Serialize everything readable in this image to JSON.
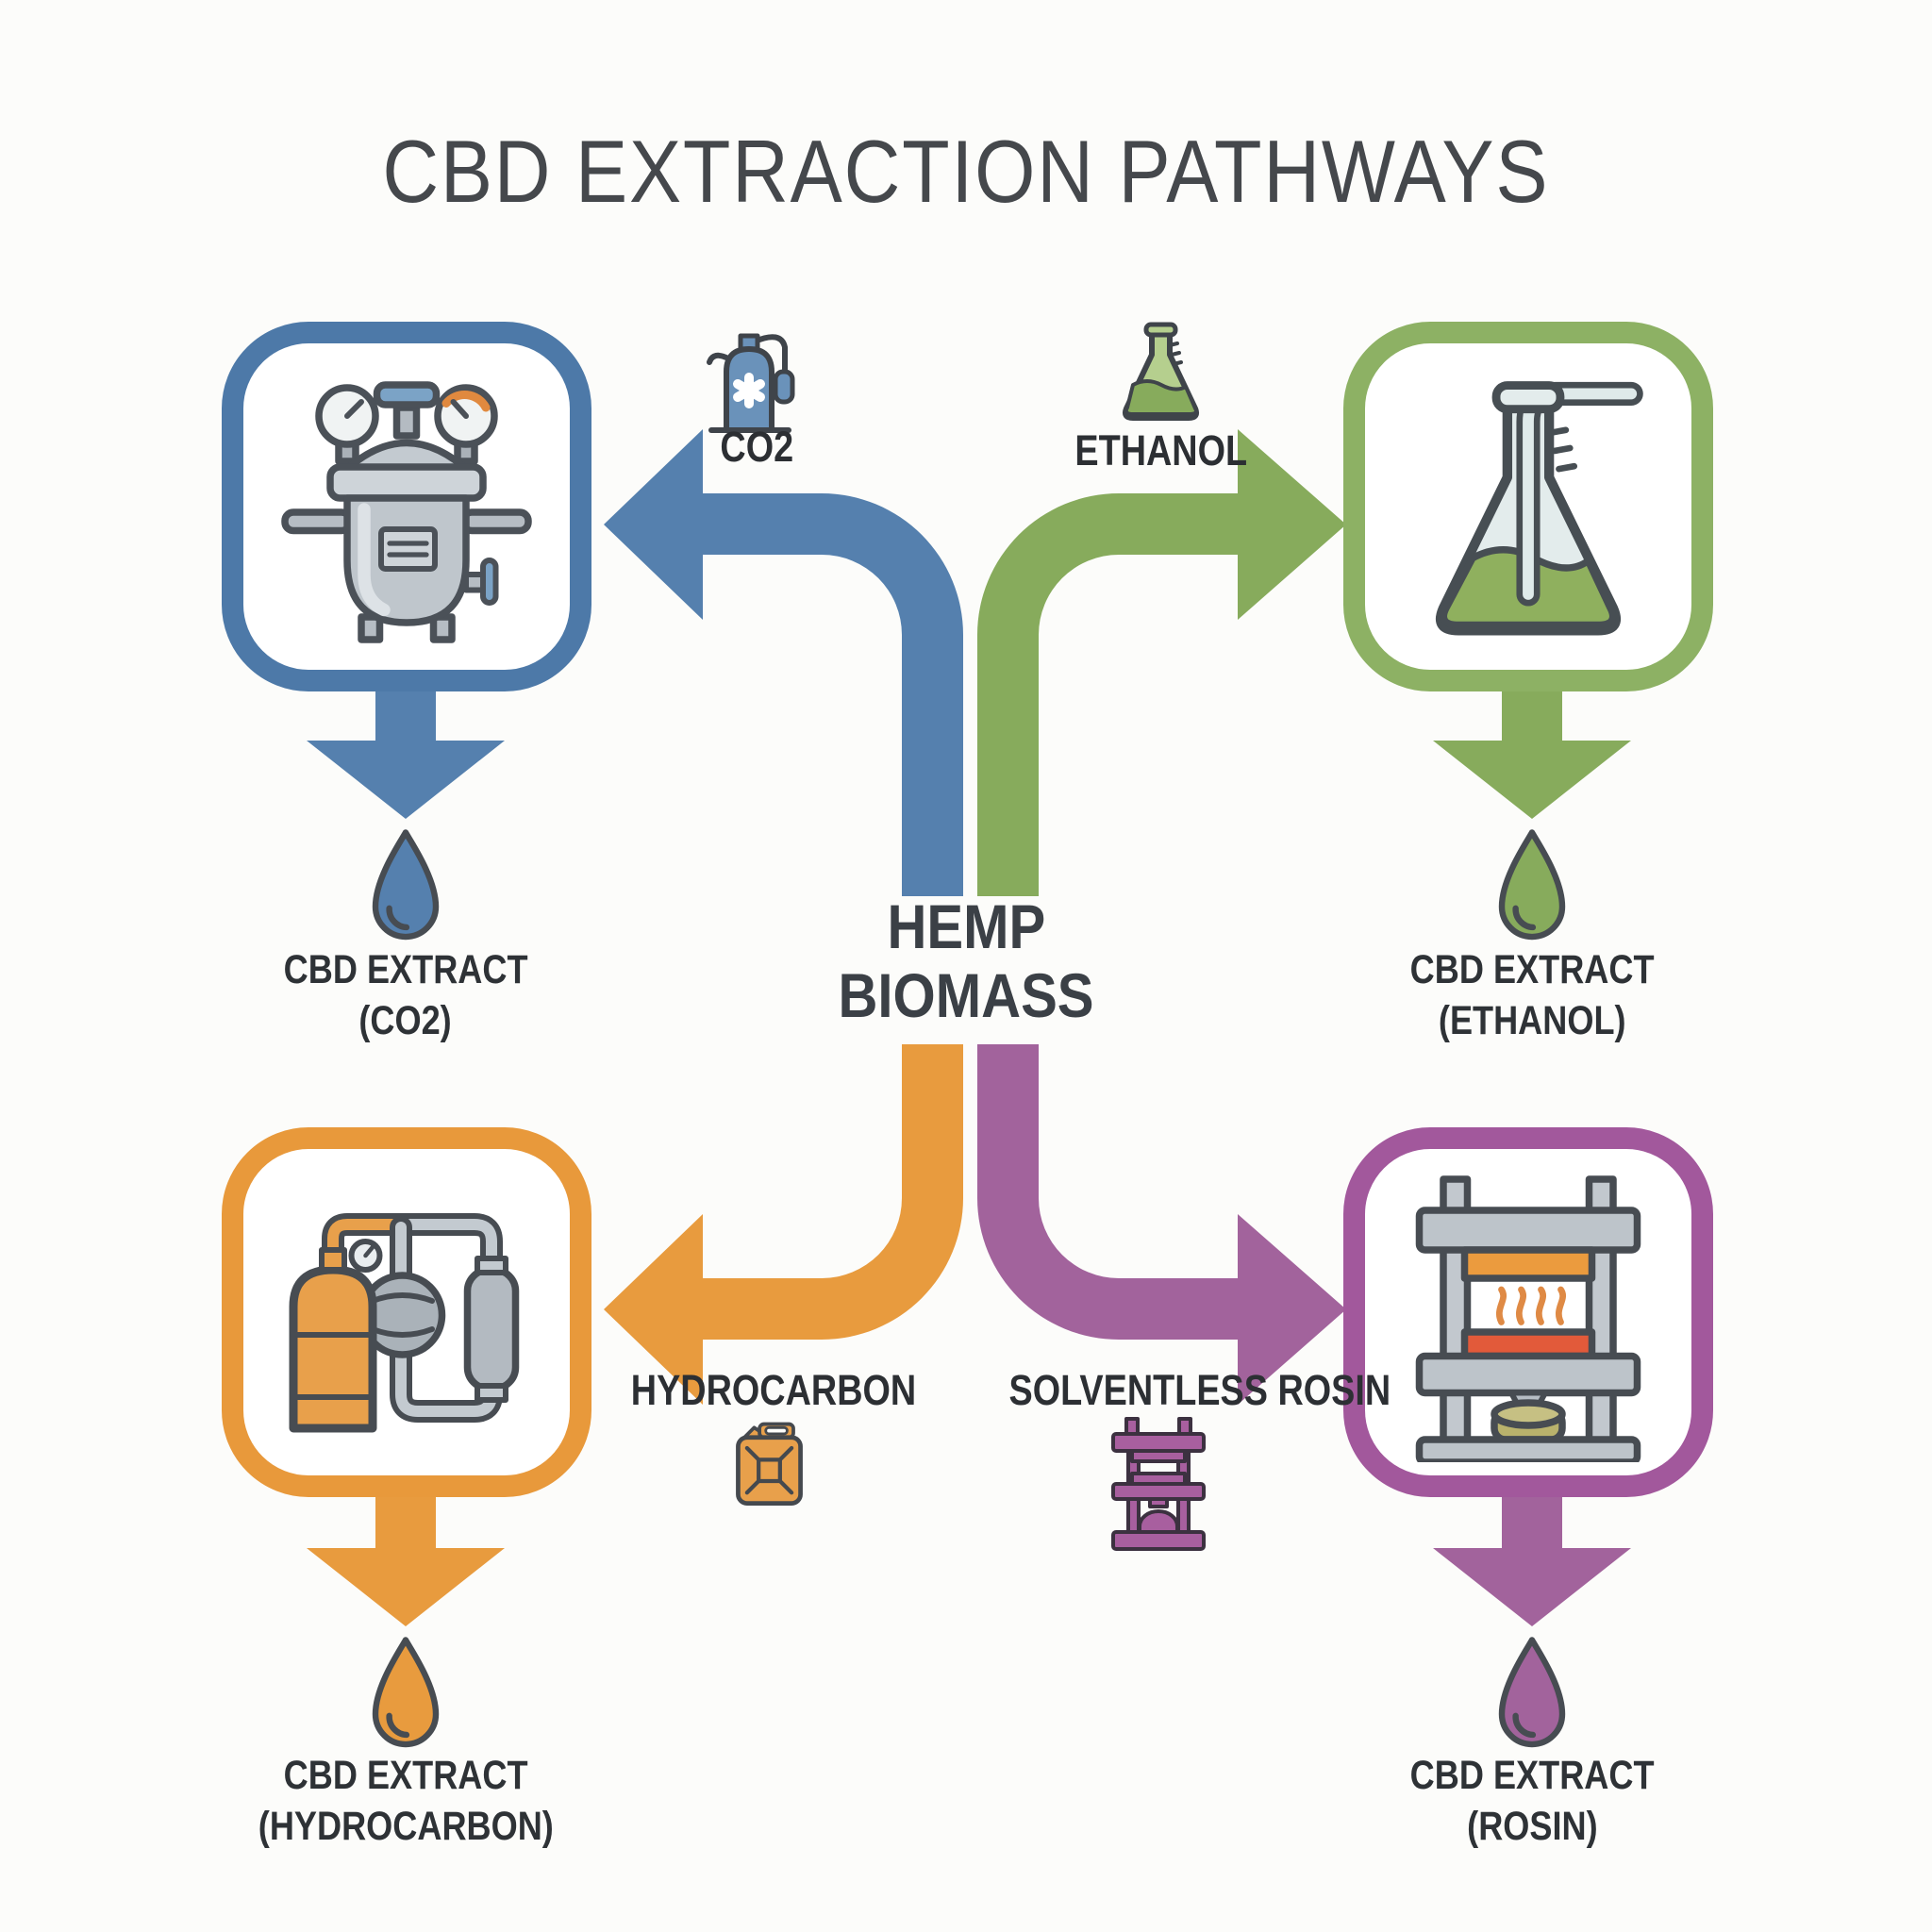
{
  "title": "CBD EXTRACTION PATHWAYS",
  "center": {
    "line1": "HEMP",
    "line2": "BIOMASS"
  },
  "colors": {
    "co2_blue": "#5580ae",
    "ethanol_green": "#87ab5c",
    "hydrocarbon_orange": "#e89b3e",
    "rosin_purple": "#a2639c",
    "text_dark": "#2e3236",
    "title_gray": "#45484c",
    "background": "#fcfcfa"
  },
  "pathways": {
    "co2": {
      "solvent_label": "CO2",
      "solvent_icon": "co2-gas-cylinder-icon",
      "vessel_icon": "pressure-vessel-icon",
      "result_line1": "CBD EXTRACT",
      "result_line2": "(CO2)",
      "color": "#5580ae"
    },
    "ethanol": {
      "solvent_label": "ETHANOL",
      "solvent_icon": "ethanol-flask-icon",
      "vessel_icon": "erlenmeyer-flask-icon",
      "result_line1": "CBD EXTRACT",
      "result_line2": "(ETHANOL)",
      "color": "#87ab5c"
    },
    "hydrocarbon": {
      "solvent_label": "HYDROCARBON",
      "solvent_icon": "jerry-can-icon",
      "vessel_icon": "closed-loop-extractor-icon",
      "result_line1": "CBD EXTRACT",
      "result_line2": "(HYDROCARBON)",
      "color": "#e89b3e"
    },
    "rosin": {
      "solvent_label": "SOLVENTLESS ROSIN",
      "solvent_icon": "rosin-press-small-icon",
      "vessel_icon": "rosin-press-icon",
      "result_line1": "CBD EXTRACT",
      "result_line2": "(ROSIN)",
      "color": "#a2639c"
    }
  }
}
